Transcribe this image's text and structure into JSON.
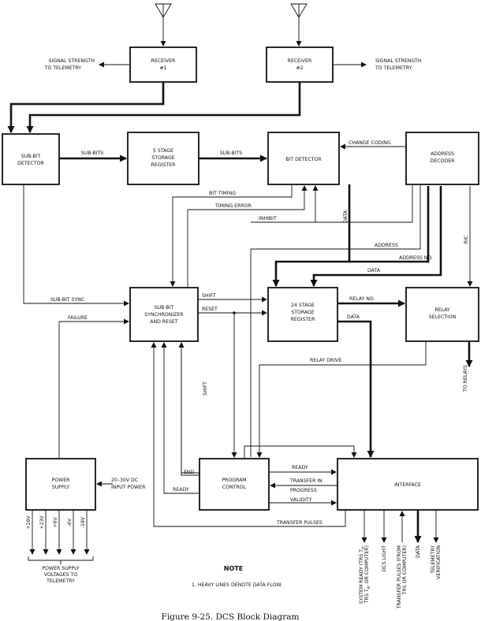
{
  "blocks": {
    "receiver1": [
      "RECEIVER",
      "#1"
    ],
    "receiver2": [
      "RECEIVER",
      "#2"
    ],
    "subbit_detector": [
      "SUB-BIT",
      "DETECTOR"
    ],
    "storage5": [
      "5 STAGE",
      "STORAGE",
      "REGISTER"
    ],
    "bit_detector": [
      "BIT DETECTOR"
    ],
    "address_decoder": [
      "ADDRESS",
      "DECODER"
    ],
    "synchronizer": [
      "SUB-BIT",
      "SYNCHRONIZER",
      "AND RESET"
    ],
    "storage24": [
      "24 STAGE",
      "STORAGE",
      "REGISTER"
    ],
    "relay_selection": [
      "RELAY",
      "SELECTION"
    ],
    "power_supply": [
      "POWER",
      "SUPPLY"
    ],
    "program_control": [
      "PROGRAM",
      "CONTROL"
    ],
    "interface": [
      "INTERFACE"
    ]
  },
  "signals": {
    "sig_strength_1": [
      "SIGNAL STRENGTH",
      "TO TELEMETRY"
    ],
    "sig_strength_2": [
      "SIGNAL STRENGTH",
      "TO TELEMETRY"
    ],
    "sub_bits_1": "SUB-BITS",
    "sub_bits_2": "SUB-BITS",
    "change_coding": "CHANGE CODING",
    "bit_timing": "BIT TIMING",
    "timing_error": "TIMING ERROR",
    "inhibit": "INHIBIT",
    "data_vertical": "DATA",
    "address": "ADDRESS",
    "address_no": "ADDRESS NO.",
    "ric": "RIC",
    "data_mid": "DATA",
    "sub_bit_sync": "SUB-BIT SYNC",
    "shift": "SHIFT",
    "reset": "RESET",
    "failure": "FAILURE",
    "relay_no": "RELAY NO.",
    "data_24": "DATA",
    "relay_drive": "RELAY DRIVE",
    "shift_vertical": "SHIFT",
    "to_relays": "TO RELAYS",
    "input_power": [
      "20–30V  DC",
      "INPUT POWER"
    ],
    "end": "END",
    "ready_left": "READY",
    "ready_right": "READY",
    "transfer_in_progress": [
      "TRANSFER IN",
      "PROGRESS"
    ],
    "validity": "VALIDITY",
    "transfer_pulses": "TRANSFER PULSES",
    "voltages": [
      "+28V",
      "+23V",
      "+6V",
      "-6V",
      "-18V"
    ],
    "power_supply_note": [
      "POWER SUPPLY",
      "VOLTAGES TO",
      "TELEMETRY"
    ],
    "interface_outputs": [
      [
        "SYSTEM READY (TRS T",
        "TRS T",
        ", OR COMPUTER)"
      ],
      [
        "DCS LIGHT"
      ],
      [
        "TRANSFER PULSES (FROM",
        "TRS OR COMPUTER)"
      ],
      [
        "DATA"
      ],
      [
        "TELEMETRY",
        "VERIFICATION"
      ]
    ]
  },
  "note": {
    "heading": "NOTE",
    "text": "1.   HEAVY LINES DENOTE DATA FLOW."
  },
  "caption": "Figure 9-25. DCS Block Diagram"
}
